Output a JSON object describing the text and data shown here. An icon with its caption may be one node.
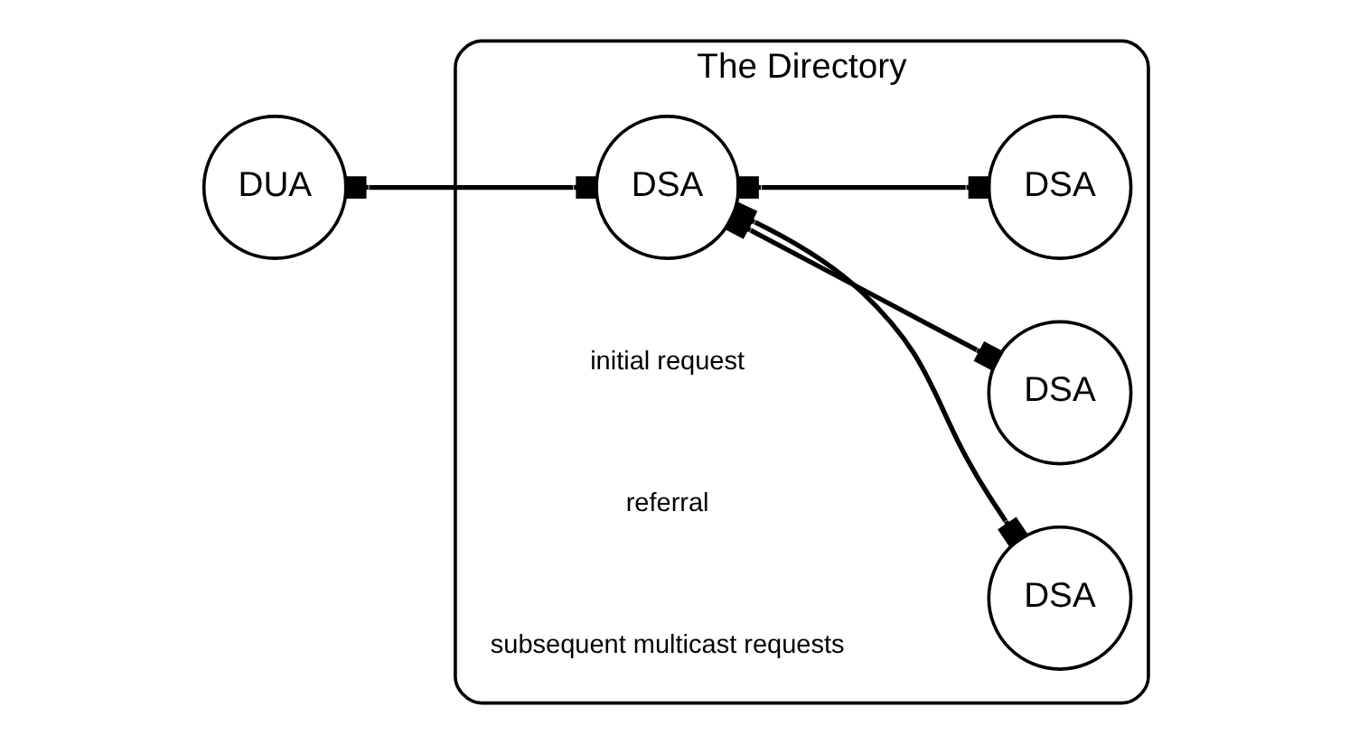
{
  "diagram": {
    "nodes": [
      {
        "text": [
          "The Directory"
        ]
      },
      {
        "text": [
          "DUA"
        ]
      },
      {
        "text": [
          "DSA"
        ],
        "in": 0
      },
      {
        "text": [
          "DSA"
        ],
        "in": 0
      },
      {
        "text": [
          "DSA"
        ],
        "in": 0
      },
      {
        "text": [
          "DSA"
        ],
        "in": 0
      }
    ],
    "edges": [
      {
        "from": 1,
        "to": 2,
        "arrow": "other"
      },
      {
        "from": 2,
        "to": 3,
        "arrow": "other"
      },
      {
        "from": 2,
        "to": 4,
        "arrow": "other"
      },
      {
        "from": 2,
        "to": 5,
        "arrow": "other"
      }
    ],
    "labels": [
      "initial request",
      "referral",
      "subsequent multicast requests"
    ]
  }
}
